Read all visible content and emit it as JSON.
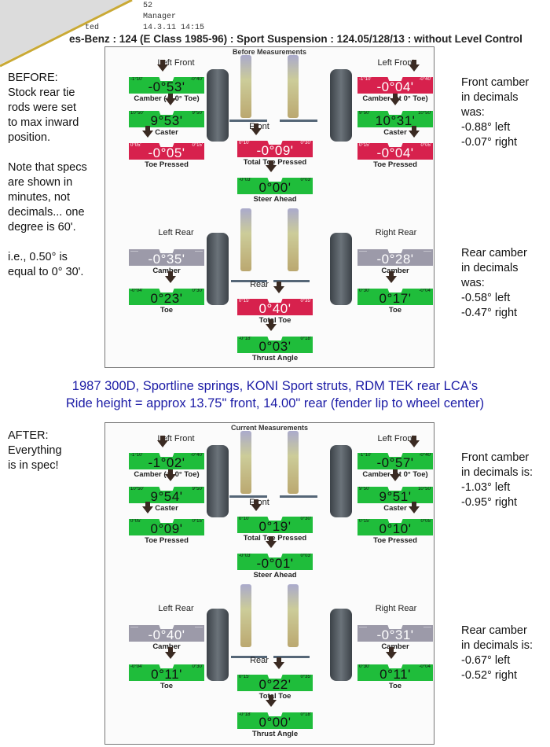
{
  "header": {
    "line1": "52",
    "line2": "Manager",
    "date_label": "ted",
    "date_value": "14.3.11 14:15",
    "title": "es-Benz : 124 (E Class 1985-96) : Sport Suspension : 124.05/128/13 : without Level Control"
  },
  "colors": {
    "in_spec": "#1fbd3b",
    "out_of_spec": "#d7214d",
    "no_spec": "#9c9aa9",
    "caption": "#1c1ca6"
  },
  "before": {
    "title": "Before Measurements",
    "left_front": "Left Front",
    "right_front": "Left Front",
    "front": "Front",
    "left_rear": "Left Rear",
    "right_rear": "Right Rear",
    "rear": "Rear",
    "gauges": {
      "lf_camber": {
        "label": "Camber (at 0° Toe)",
        "value": "-0°53'",
        "min": "-1°10'",
        "max": "-0°40'",
        "status": "green"
      },
      "lf_caster": {
        "label": "Caster",
        "value": "9°53'",
        "min": "10°50'",
        "max": "9°50'",
        "status": "green"
      },
      "lf_toe": {
        "label": "Toe Pressed",
        "value": "-0°05'",
        "min": "0°05'",
        "max": "0°15'",
        "status": "red"
      },
      "rf_camber": {
        "label": "Camber (at 0° Toe)",
        "value": "-0°04'",
        "min": "-1°10'",
        "max": "-0°40'",
        "status": "red"
      },
      "rf_caster": {
        "label": "Caster",
        "value": "10°31'",
        "min": "9°50'",
        "max": "10°50'",
        "status": "green"
      },
      "rf_toe": {
        "label": "Toe Pressed",
        "value": "-0°04'",
        "min": "0°15'",
        "max": "0°05'",
        "status": "red"
      },
      "total_toe_front": {
        "label": "Total Toe Pressed",
        "value": "-0°09'",
        "min": "0°10'",
        "max": "0°30'",
        "status": "red"
      },
      "steer_ahead": {
        "label": "Steer Ahead",
        "value": "0°00'",
        "min": "-0°03'",
        "max": "0°03'",
        "status": "green"
      },
      "lr_camber": {
        "label": "Camber",
        "value": "-0°35'",
        "min": "-----",
        "max": "-----",
        "status": "gray"
      },
      "lr_toe": {
        "label": "Toe",
        "value": "0°23'",
        "min": "-0°04'",
        "max": "0°30'",
        "status": "green"
      },
      "rr_camber": {
        "label": "Camber",
        "value": "-0°28'",
        "min": "-----",
        "max": "-----",
        "status": "gray"
      },
      "rr_toe": {
        "label": "Toe",
        "value": "0°17'",
        "min": "0°30'",
        "max": "-0°04'",
        "status": "green"
      },
      "total_toe_rear": {
        "label": "Total Toe",
        "value": "0°40'",
        "min": "0°15'",
        "max": "0°35'",
        "status": "red"
      },
      "thrust_angle": {
        "label": "Thrust Angle",
        "value": "0°03'",
        "min": "-0°18'",
        "max": "0°18'",
        "status": "green"
      }
    }
  },
  "after": {
    "title": "Current Measurements",
    "left_front": "Left Front",
    "right_front": "Left Front",
    "front": "Front",
    "left_rear": "Left Rear",
    "right_rear": "Right Rear",
    "rear": "Rear",
    "gauges": {
      "lf_camber": {
        "label": "Camber (at 0° Toe)",
        "value": "-1°02'",
        "min": "-1°10'",
        "max": "-0°40'",
        "status": "green"
      },
      "lf_caster": {
        "label": "Caster",
        "value": "9°54'",
        "min": "10°50'",
        "max": "9°50'",
        "status": "green"
      },
      "lf_toe": {
        "label": "Toe Pressed",
        "value": "0°09'",
        "min": "0°05'",
        "max": "0°15'",
        "status": "green"
      },
      "rf_camber": {
        "label": "Camber (at 0° Toe)",
        "value": "-0°57'",
        "min": "-1°10'",
        "max": "-0°40'",
        "status": "green"
      },
      "rf_caster": {
        "label": "Caster",
        "value": "9°51'",
        "min": "9°50'",
        "max": "10°50'",
        "status": "green"
      },
      "rf_toe": {
        "label": "Toe Pressed",
        "value": "0°10'",
        "min": "0°15'",
        "max": "0°05'",
        "status": "green"
      },
      "total_toe_front": {
        "label": "Total Toe Pressed",
        "value": "0°19'",
        "min": "0°10'",
        "max": "0°30'",
        "status": "green"
      },
      "steer_ahead": {
        "label": "Steer Ahead",
        "value": "-0°01'",
        "min": "-0°03'",
        "max": "0°03'",
        "status": "green"
      },
      "lr_camber": {
        "label": "Camber",
        "value": "-0°40'",
        "min": "-----",
        "max": "-----",
        "status": "gray"
      },
      "lr_toe": {
        "label": "Toe",
        "value": "0°11'",
        "min": "-0°04'",
        "max": "0°30'",
        "status": "green"
      },
      "rr_camber": {
        "label": "Camber",
        "value": "-0°31'",
        "min": "-----",
        "max": "-----",
        "status": "gray"
      },
      "rr_toe": {
        "label": "Toe",
        "value": "0°11'",
        "min": "0°30'",
        "max": "-0°04'",
        "status": "green"
      },
      "total_toe_rear": {
        "label": "Total Toe",
        "value": "0°22'",
        "min": "0°15'",
        "max": "0°35'",
        "status": "green"
      },
      "thrust_angle": {
        "label": "Thrust Angle",
        "value": "0°00'",
        "min": "-0°18'",
        "max": "0°18'",
        "status": "green"
      }
    }
  },
  "notes": {
    "before_left": "BEFORE:\nStock rear tie\nrods were set\nto max inward\nposition.\n\nNote that specs\nare shown in\nminutes, not\ndecimals... one\ndegree is 60'.\n\ni.e., 0.50° is\nequal to 0° 30'.",
    "before_front_right": "Front camber\nin decimals\nwas:\n-0.88° left\n-0.07° right",
    "before_rear_right": "Rear camber\nin decimals\nwas:\n-0.58° left\n-0.47° right",
    "after_left": "AFTER:\nEverything\nis in spec!",
    "after_front_right": "Front camber\nin decimals is:\n-1.03° left\n-0.95° right",
    "after_rear_right": "Rear camber\nin decimals is:\n-0.67° left\n-0.52° right"
  },
  "caption": {
    "line1": "1987 300D, Sportline springs, KONI Sport struts, RDM TEK rear LCA's",
    "line2": "Ride height = approx 13.75\" front, 14.00\" rear (fender lip to wheel center)"
  }
}
